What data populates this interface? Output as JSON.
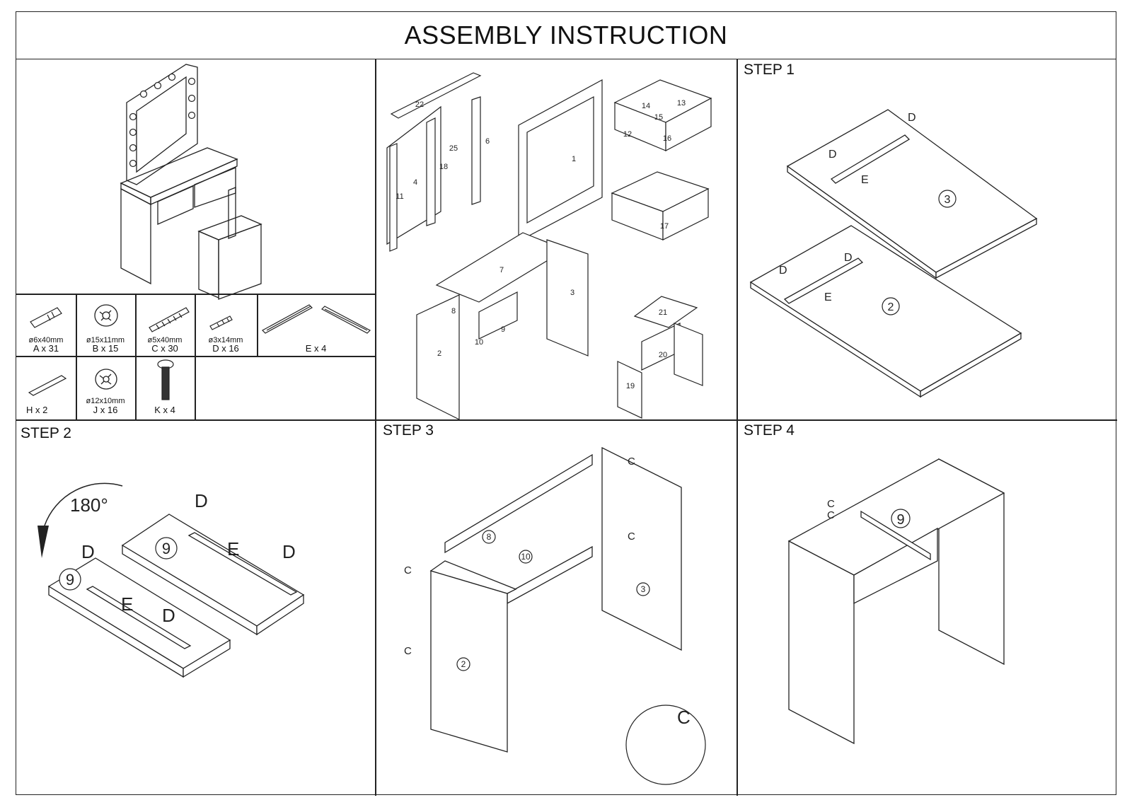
{
  "title": "ASSEMBLY INSTRUCTION",
  "steps": [
    "STEP 1",
    "STEP 2",
    "STEP 3",
    "STEP 4"
  ],
  "hardware": [
    {
      "size": "ø6x40mm",
      "qty": "A x 31"
    },
    {
      "size": "ø15x11mm",
      "qty": "B x 15"
    },
    {
      "size": "ø5x40mm",
      "qty": "C x 30"
    },
    {
      "size": "ø3x14mm",
      "qty": "D x 16"
    },
    {
      "size": "",
      "qty": "E x 4"
    },
    {
      "size": "",
      "qty": "H x 2"
    },
    {
      "size": "ø12x10mm",
      "qty": "J x 16"
    },
    {
      "size": "",
      "qty": "K x 4"
    }
  ],
  "parts": [
    "1",
    "2",
    "3",
    "4",
    "6",
    "7",
    "8",
    "9",
    "10",
    "11",
    "12",
    "13",
    "14",
    "15",
    "16",
    "17",
    "18",
    "19",
    "20",
    "21",
    "22",
    "25"
  ],
  "step2_rotation": "180°",
  "letters": {
    "c": "C",
    "d": "D",
    "e": "E"
  },
  "icons": {
    "screw": "screw-icon",
    "dowel": "dowel-icon",
    "cam": "cam-lock-icon",
    "rail": "drawer-rail-icon"
  }
}
